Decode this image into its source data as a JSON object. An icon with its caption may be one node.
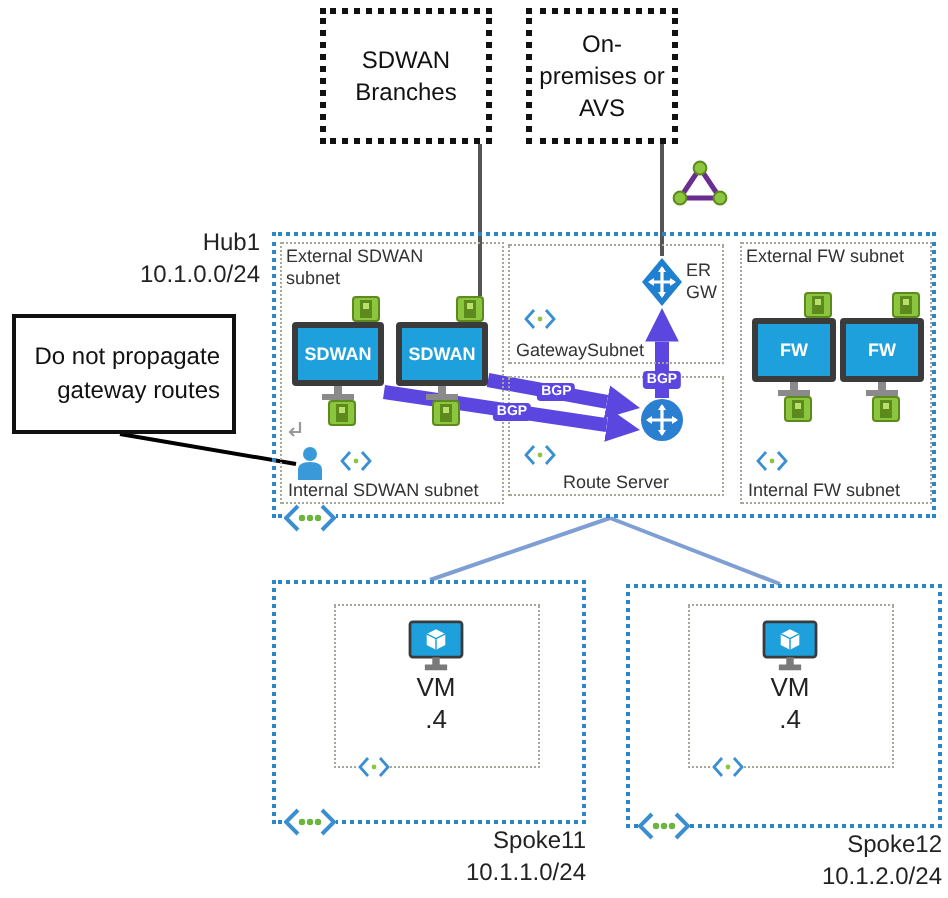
{
  "diagram": {
    "nodes": [
      {
        "text": [
          "SDWAN Branches"
        ]
      },
      {
        "text": [
          "On-premises or AVS"
        ]
      },
      {
        "text": [
          "Hub1",
          "10.1.0.0/24"
        ]
      },
      {
        "text": [
          "External SDWAN subnet",
          "Internal SDWAN subnet"
        ],
        "in": 2
      },
      {
        "text": [
          "SDWAN"
        ],
        "in": 3
      },
      {
        "text": [
          "SDWAN"
        ],
        "in": 3
      },
      {
        "text": [
          "GatewaySubnet"
        ],
        "in": 2
      },
      {
        "text": [
          "ER GW"
        ],
        "in": 6
      },
      {
        "text": [
          "Route Server"
        ],
        "in": 2
      },
      {
        "text": [],
        "shape": "circle",
        "in": 8
      },
      {
        "text": [
          "External FW subnet",
          "Internal FW subnet"
        ],
        "in": 2
      },
      {
        "text": [
          "FW"
        ],
        "in": 10
      },
      {
        "text": [
          "FW"
        ],
        "in": 10
      },
      {
        "text": [
          "Do not propagate gateway routes"
        ]
      },
      {
        "text": [],
        "shape": "person",
        "in": 3
      },
      {
        "text": [
          "Spoke11",
          "10.1.1.0/24"
        ]
      },
      {
        "text": [],
        "shape": "box",
        "in": 15
      },
      {
        "text": [
          "VM",
          ".4"
        ],
        "in": 16
      },
      {
        "text": [
          "Spoke12",
          "10.1.2.0/24"
        ]
      },
      {
        "text": [],
        "shape": "box",
        "in": 18
      },
      {
        "text": [
          "VM",
          ".4"
        ],
        "in": 19
      }
    ],
    "edges": [
      {
        "from": 0,
        "to": 5,
        "arrow": "none",
        "color": "#555555"
      },
      {
        "from": 7,
        "to": 1,
        "arrow": "none",
        "color": "#555555"
      },
      {
        "from": 4,
        "to": 9,
        "arrow": "to",
        "label": "BGP",
        "style": "thick",
        "color": "#5b47e0"
      },
      {
        "from": 5,
        "to": 9,
        "arrow": "to",
        "label": "BGP",
        "style": "thick",
        "color": "#5b47e0"
      },
      {
        "from": 9,
        "to": 7,
        "arrow": "to",
        "label": "BGP",
        "style": "thick",
        "color": "#5b47e0"
      },
      {
        "from": 13,
        "to": 14,
        "arrow": "none",
        "color": "#000000"
      },
      {
        "from": 2,
        "to": 15,
        "arrow": "none",
        "color": "#7f9fd4"
      },
      {
        "from": 2,
        "to": 18,
        "arrow": "none",
        "color": "#7f9fd4"
      }
    ]
  }
}
